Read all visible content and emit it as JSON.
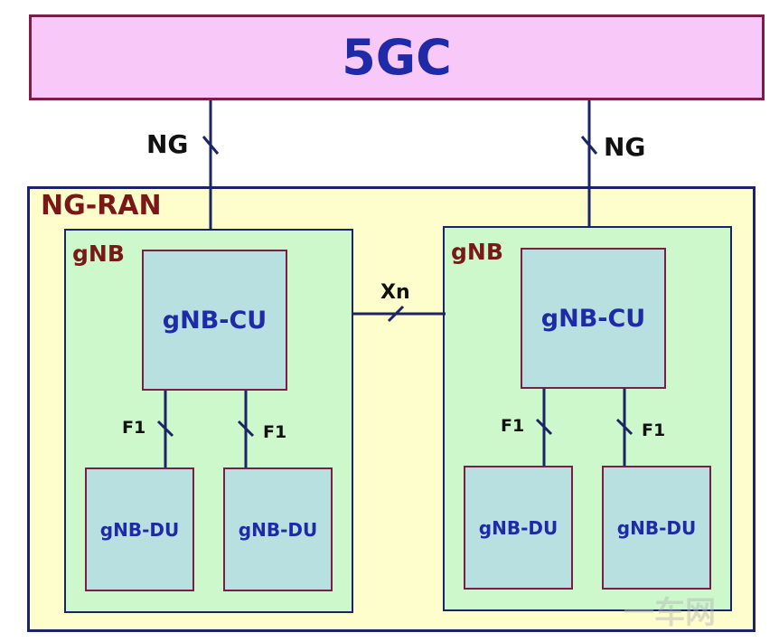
{
  "core": {
    "label": "5GC"
  },
  "ran": {
    "label": "NG-RAN"
  },
  "interfaces": {
    "ng_left": "NG",
    "ng_right": "NG",
    "xn": "Xn",
    "f1": "F1"
  },
  "gnb_left": {
    "label": "gNB",
    "cu": "gNB-CU",
    "du1": "gNB-DU",
    "du2": "gNB-DU"
  },
  "gnb_right": {
    "label": "gNB",
    "cu": "gNB-CU",
    "du1": "gNB-DU",
    "du2": "gNB-DU"
  },
  "watermark": "一车网",
  "colors": {
    "core_fill": "#f8c8f8",
    "ran_fill": "#fefecd",
    "gnb_fill": "#ccf8cc",
    "node_fill": "#b8e0e0",
    "text_blue": "#1f2aa8",
    "text_red": "#7a1818",
    "line": "#1c2466"
  }
}
